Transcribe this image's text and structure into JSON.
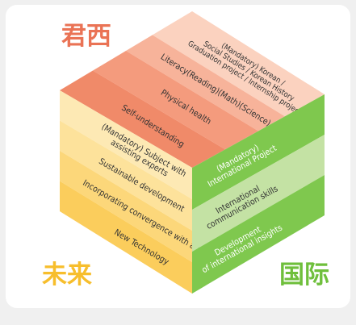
{
  "labels": {
    "top_left": "君西",
    "bottom_left": "未来",
    "bottom_right": "国际"
  },
  "colors": {
    "label_top_left": "#ea7355",
    "label_bottom_left": "#f7be2c",
    "label_bottom_right": "#6fbf3c",
    "top_1": "#fbd2bf",
    "top_2": "#f7b39a",
    "top_3": "#f49b7d",
    "top_4": "#f08a69",
    "left_1": "#fde9b4",
    "left_2": "#fde29b",
    "left_3": "#fcd77a",
    "left_4": "#fbcd5c",
    "right_1": "#7fc84e",
    "right_2": "#c4e2a4",
    "right_3": "#7fc84e",
    "text_dark": "#333333",
    "text_light": "#ffffff"
  },
  "top_face": [
    {
      "lines": [
        "(Mandatory) Korean /",
        "Social Studies / Korean History",
        "Graduation project / Internship project"
      ]
    },
    {
      "lines": [
        "Literacy(Reading)(Math)(Science)"
      ]
    },
    {
      "lines": [
        "Physical health"
      ]
    },
    {
      "lines": [
        "Self-understanding"
      ]
    }
  ],
  "left_face": [
    {
      "lines": [
        "(Mandatory) Subject with",
        "assisting experts"
      ]
    },
    {
      "lines": [
        "Sustainable development"
      ]
    },
    {
      "lines": [
        "Incorporating convergence with art"
      ]
    },
    {
      "lines": [
        "New Technology"
      ]
    }
  ],
  "right_face": [
    {
      "lines": [
        "(Mandatory)",
        "International Project"
      ]
    },
    {
      "lines": [
        "International",
        "communication skills"
      ]
    },
    {
      "lines": [
        "Development",
        "of international insights"
      ]
    }
  ]
}
